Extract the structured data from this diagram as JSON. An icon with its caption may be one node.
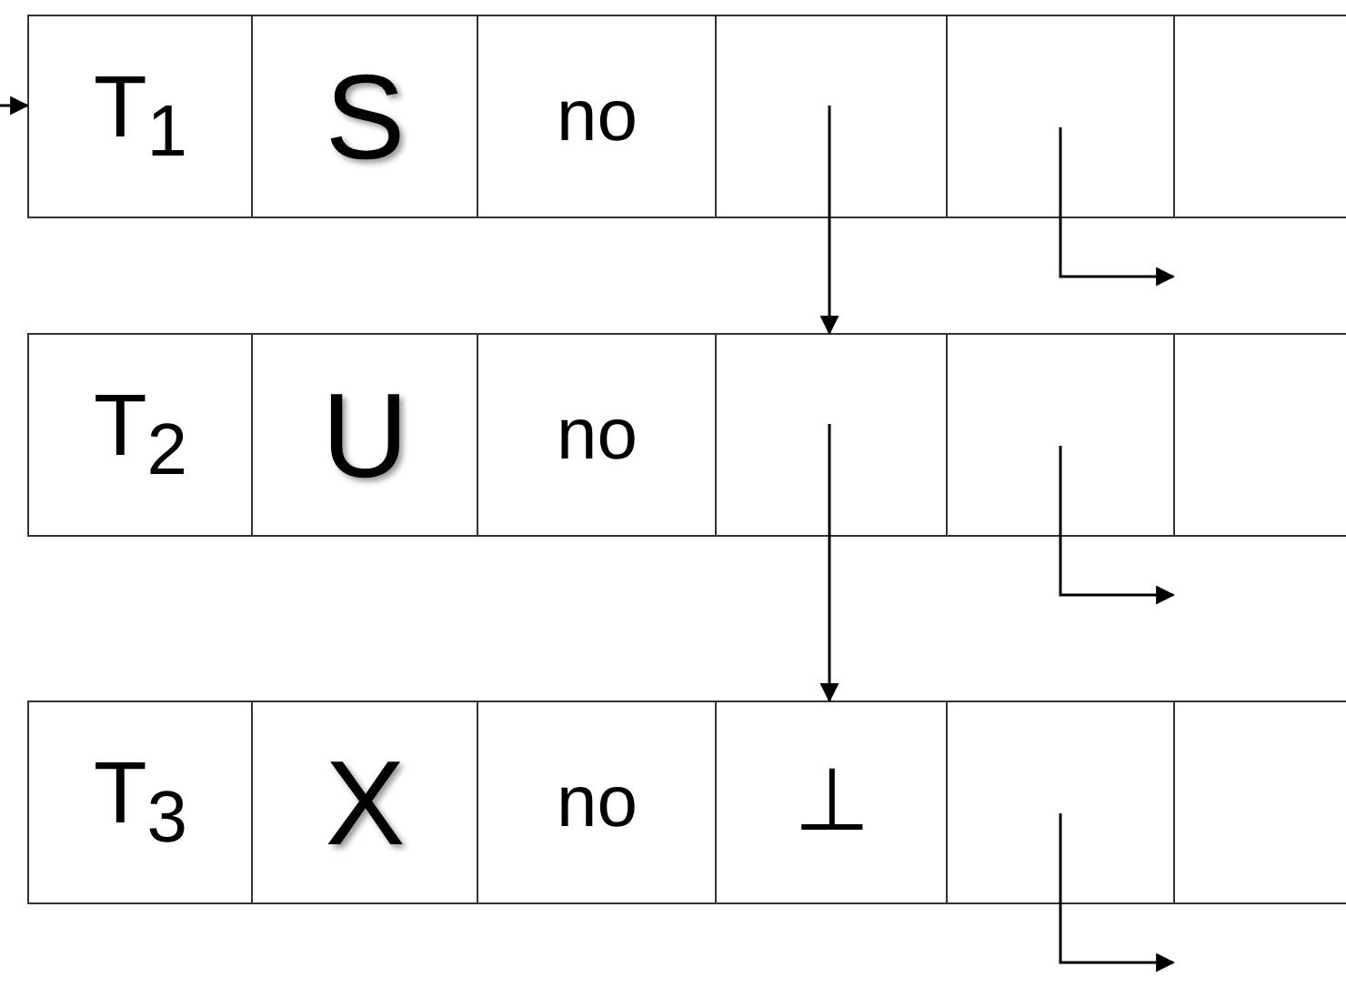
{
  "diagram": {
    "nodes": [
      {
        "text": [
          "T$_{1}$"
        ]
      },
      {
        "text": [
          "S"
        ]
      },
      {
        "text": [
          "no"
        ]
      },
      {
        "text": [],
        "shape": "box"
      },
      {
        "text": [],
        "shape": "box"
      },
      {
        "text": [],
        "shape": "box"
      },
      {
        "text": [
          "T$_{2}$"
        ]
      },
      {
        "text": [
          "U"
        ]
      },
      {
        "text": [
          "no"
        ]
      },
      {
        "text": [],
        "shape": "box"
      },
      {
        "text": [],
        "shape": "box"
      },
      {
        "text": [],
        "shape": "box"
      },
      {
        "text": [
          "T$_{3}$"
        ]
      },
      {
        "text": [
          "X"
        ]
      },
      {
        "text": [
          "no"
        ]
      },
      {
        "text": [
          "⊥"
        ]
      },
      {
        "text": [],
        "shape": "box"
      },
      {
        "text": [],
        "shape": "box"
      }
    ],
    "edges": [
      {
        "from": null,
        "to": 0,
        "arrow": "to"
      },
      {
        "from": 3,
        "to": 9,
        "arrow": "to"
      },
      {
        "from": 4,
        "to": null,
        "arrow": "to"
      },
      {
        "from": 9,
        "to": 15,
        "arrow": "to"
      },
      {
        "from": 10,
        "to": null,
        "arrow": "to"
      },
      {
        "from": 16,
        "to": null,
        "arrow": "to"
      }
    ]
  }
}
